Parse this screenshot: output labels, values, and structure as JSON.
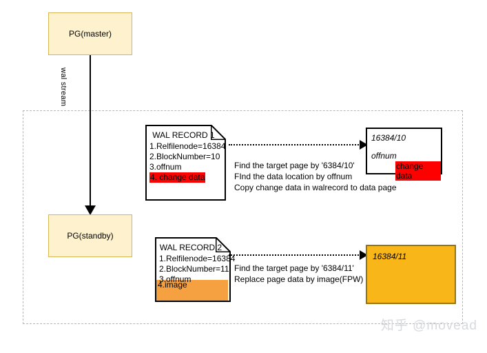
{
  "diagram": {
    "nodes": {
      "master_label": "PG(master)",
      "standby_label": "PG(standby)",
      "stream_label": "wal stream"
    },
    "wal_record_1": {
      "title": "WAL RECORD 1",
      "lines": [
        "1.Relfilenode=16384",
        "2.BlockNumber=10",
        "3.offnum"
      ],
      "highlight_line": "4. change data",
      "highlight_color": "#ff0000"
    },
    "wal_record_2": {
      "title": "WAL RECORD 2",
      "lines": [
        "1.Relfilenode=16384",
        "2.BlockNumber=11",
        "3.offnum"
      ],
      "highlight_line": "4.image",
      "highlight_color": "#f5a142"
    },
    "annotation_1": [
      "Find the target page by '6384/10'",
      "FInd the data location by offnum",
      "Copy change data in walrecord to data page"
    ],
    "annotation_2": [
      "Find the target page by '6384/11'",
      "Replace page data by image(FPW)"
    ],
    "page_1": {
      "id_label": "16384/10",
      "offnum_label": "offnum",
      "highlight_label": "change data",
      "background": "#ffffff"
    },
    "page_2": {
      "id_label": "16384/11",
      "background": "#f9b618"
    },
    "watermark": "知乎 @movead",
    "colors": {
      "node_fill": "#fdf2cd",
      "node_border": "#d6b656",
      "red_highlight": "#ff0000",
      "orange_highlight": "#f5a142",
      "amber_page": "#f9b618",
      "dashed_border": "#b5b5b5"
    }
  }
}
